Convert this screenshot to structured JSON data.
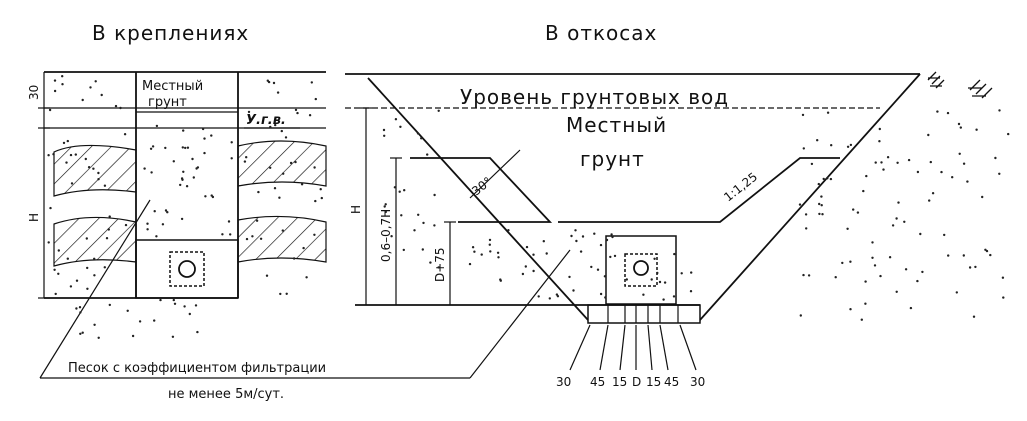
{
  "titles": {
    "left": "В креплениях",
    "right": "В откосах"
  },
  "left_section": {
    "local_soil_line1": "Местный",
    "local_soil_line2": "грунт",
    "groundwater_mark": "У.г.в.",
    "dim_top": "30",
    "dim_h": "H"
  },
  "right_section": {
    "groundwater_label": "Уровень грунтовых вод",
    "local_soil_line1": "Местный",
    "local_soil_line2": "грунт",
    "slope_ratio": "1:1,25",
    "angle": "30°",
    "dim_h": "H",
    "dim_range": "0,6–0,7H",
    "dim_d75": "D+75"
  },
  "bottom_dims": [
    "30",
    "45",
    "15",
    "D",
    "15",
    "45",
    "30"
  ],
  "sand_note": {
    "line1": "Песок с коэффициентом фильтрации",
    "line2": "не менее 5м/сут."
  }
}
